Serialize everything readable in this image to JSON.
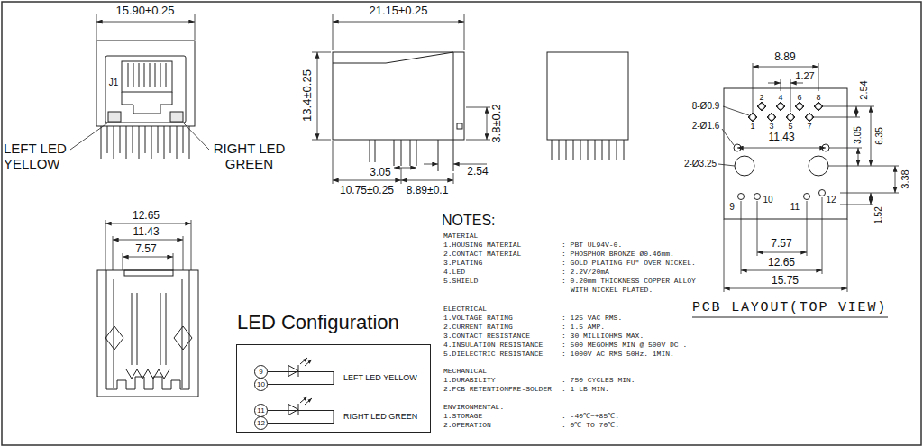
{
  "diagram": {
    "nodes": [
      {
        "text": [
          "LED Configuration",
          "LEFT LED YELLOW",
          "RIGHT LED GREEN"
        ]
      },
      {
        "text": [
          "9"
        ],
        "in": 0
      },
      {
        "text": [
          "10"
        ],
        "in": 0
      },
      {
        "text": [
          "11"
        ],
        "in": 0
      },
      {
        "text": [
          "12"
        ],
        "in": 0
      }
    ],
    "edges": [
      {
        "from": 1,
        "to": 2,
        "arrow": "none"
      },
      {
        "from": 3,
        "to": 4,
        "arrow": "none"
      }
    ],
    "labels": [
      "15.90±0.25",
      "J1",
      "LEFT LED YELLOW",
      "RIGHT LED GREEN",
      "21.15±0.25",
      "13.4±0.25",
      "3.8±0.2",
      "3.05",
      "2.54",
      "10.75±0.25",
      "8.89±0.1",
      "8.89",
      "1.27",
      "2.54",
      "8-Ø0.9",
      "2-Ø1.6",
      "1",
      "2",
      "3",
      "4",
      "5",
      "6",
      "7",
      "8",
      "11.43",
      "2-Ø3.25",
      "3.05",
      "6.35",
      "3.38",
      "1.52",
      "9",
      "10",
      "11",
      "12",
      "7.57",
      "12.65",
      "15.75",
      "PCB LAYOUT(TOP VIEW)",
      "12.65",
      "11.43",
      "7.57",
      "NOTES:",
      "MATERIAL",
      "1.HOUSING MATERIAL",
      ": PBT UL94V-0.",
      "2.CONTACT MATERIAL",
      ": PHOSPHOR BRONZE Ø0.46mm.",
      "3.PLATING",
      ": GOLD PLATING FU\" OVER NICKEL.",
      "4.LED",
      ": 2.2V/20mA",
      "5.SHIELD",
      ": 0.20mm THICKNESS COPPER ALLOY WITH NICKEL PLATED.",
      "ELECTRICAL",
      "1.VOLTAGE RATING",
      ": 125 VAC RMS.",
      "2.CURRENT RATING",
      ": 1.5 AMP.",
      "3.CONTACT RESISTANCE",
      ": 30 MILLIOHMS MAX.",
      "4.INSULATION RESISTANCE",
      ": 500 MEGOHMS MIN @ 500V DC .",
      "5.DIELECTRIC RESISTANCE",
      ": 1000V AC RMS 50Hz. 1MIN.",
      "MECHANICAL",
      "1.DURABILITY",
      ": 750 CYCLES MIN.",
      "2.PCB RETENTIONPRE-SOLDER",
      ": 1 LB MIN.",
      "ENVIRONMENTAL:",
      "1.STORAGE",
      ": -40℃~+85℃.",
      "2.OPERATION",
      ": 0℃ TO 70℃."
    ]
  }
}
